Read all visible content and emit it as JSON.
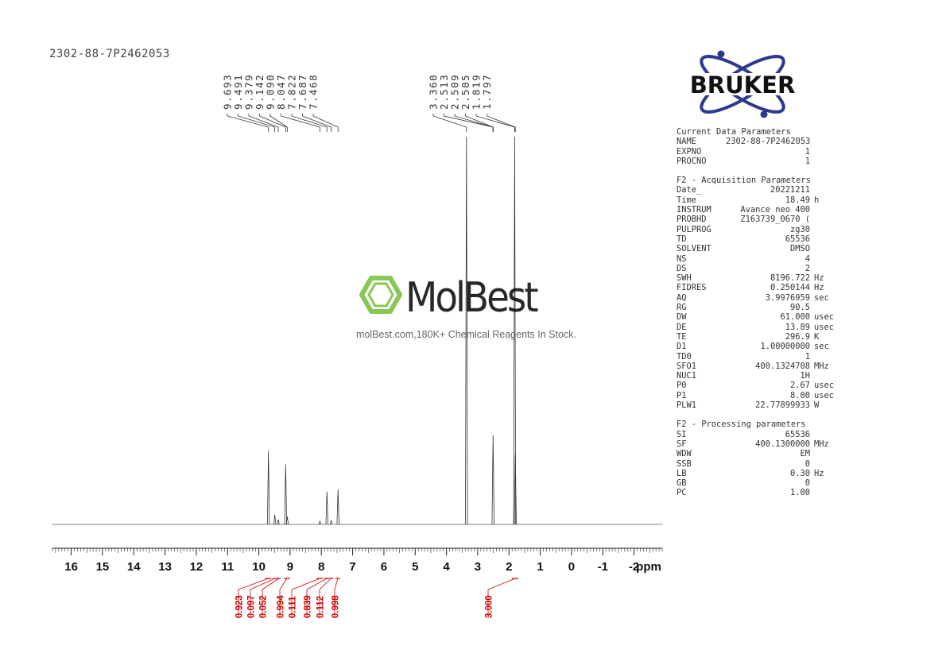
{
  "title": "2302-88-7P2462053",
  "watermark": {
    "brand_text": "MolBest",
    "tagline": "molBest.com,180K+ Chemical Reagents In Stock.",
    "accent_color": "#7cc242"
  },
  "bruker": {
    "logo_text": "BRUKER",
    "logo_color": "#2d3a8c"
  },
  "params": {
    "current": {
      "title": "Current Data Parameters",
      "rows": [
        {
          "k": "NAME",
          "v": "2302-88-7P2462053",
          "u": ""
        },
        {
          "k": "EXPNO",
          "v": "1",
          "u": ""
        },
        {
          "k": "PROCNO",
          "v": "1",
          "u": ""
        }
      ]
    },
    "acq": {
      "title": "F2 - Acquisition Parameters",
      "rows": [
        {
          "k": "Date_",
          "v": "20221211",
          "u": ""
        },
        {
          "k": "Time",
          "v": "18.49",
          "u": "h"
        },
        {
          "k": "INSTRUM",
          "v": "Avance neo 400",
          "u": ""
        },
        {
          "k": "PROBHD",
          "v": "Z163739_0670 (",
          "u": ""
        },
        {
          "k": "PULPROG",
          "v": "zg30",
          "u": ""
        },
        {
          "k": "TD",
          "v": "65536",
          "u": ""
        },
        {
          "k": "SOLVENT",
          "v": "DMSO",
          "u": ""
        },
        {
          "k": "NS",
          "v": "4",
          "u": ""
        },
        {
          "k": "DS",
          "v": "2",
          "u": ""
        },
        {
          "k": "SWH",
          "v": "8196.722",
          "u": "Hz"
        },
        {
          "k": "FIDRES",
          "v": "0.250144",
          "u": "Hz"
        },
        {
          "k": "AQ",
          "v": "3.9976959",
          "u": "sec"
        },
        {
          "k": "RG",
          "v": "90.5",
          "u": ""
        },
        {
          "k": "DW",
          "v": "61.000",
          "u": "usec"
        },
        {
          "k": "DE",
          "v": "13.89",
          "u": "usec"
        },
        {
          "k": "TE",
          "v": "296.9",
          "u": "K"
        },
        {
          "k": "D1",
          "v": "1.00000000",
          "u": "sec"
        },
        {
          "k": "TD0",
          "v": "1",
          "u": ""
        },
        {
          "k": "SFO1",
          "v": "400.1324708",
          "u": "MHz"
        },
        {
          "k": "NUC1",
          "v": "1H",
          "u": ""
        },
        {
          "k": "P0",
          "v": "2.67",
          "u": "usec"
        },
        {
          "k": "P1",
          "v": "8.00",
          "u": "usec"
        },
        {
          "k": "PLW1",
          "v": "22.77899933",
          "u": "W"
        }
      ]
    },
    "proc": {
      "title": "F2 - Processing parameters",
      "rows": [
        {
          "k": "SI",
          "v": "65536",
          "u": ""
        },
        {
          "k": "SF",
          "v": "400.1300000",
          "u": "MHz"
        },
        {
          "k": "WDW",
          "v": "EM",
          "u": ""
        },
        {
          "k": "SSB",
          "v": "0",
          "u": ""
        },
        {
          "k": "LB",
          "v": "0.30",
          "u": "Hz"
        },
        {
          "k": "GB",
          "v": "0",
          "u": ""
        },
        {
          "k": "PC",
          "v": "1.00",
          "u": ""
        }
      ]
    }
  },
  "chart_data": {
    "type": "line",
    "xlabel": "ppm",
    "xlim": [
      16.6,
      -2.9
    ],
    "ylim": [
      0,
      1
    ],
    "tick_labels": [
      "16",
      "15",
      "14",
      "13",
      "12",
      "11",
      "10",
      "9",
      "8",
      "7",
      "6",
      "5",
      "4",
      "3",
      "2",
      "1",
      "0",
      "-1",
      "-2"
    ],
    "peak_label_groups": [
      {
        "labels": [
          "9.693",
          "9.491",
          "9.379",
          "9.142",
          "9.090",
          "8.047",
          "7.822",
          "7.687",
          "7.468"
        ]
      },
      {
        "labels": [
          "3.360",
          "2.513",
          "2.509",
          "2.505",
          "1.819",
          "1.797"
        ]
      }
    ],
    "spectrum_peaks": [
      {
        "ppm": 9.693,
        "height": 0.19
      },
      {
        "ppm": 9.491,
        "height": 0.025
      },
      {
        "ppm": 9.379,
        "height": 0.012
      },
      {
        "ppm": 9.142,
        "height": 0.155
      },
      {
        "ppm": 9.09,
        "height": 0.02
      },
      {
        "ppm": 8.047,
        "height": 0.008
      },
      {
        "ppm": 7.822,
        "height": 0.085
      },
      {
        "ppm": 7.687,
        "height": 0.01
      },
      {
        "ppm": 7.468,
        "height": 0.09
      },
      {
        "ppm": 3.36,
        "height": 1.0
      },
      {
        "ppm": 2.509,
        "height": 0.23
      },
      {
        "ppm": 1.819,
        "height": 1.0
      },
      {
        "ppm": 1.797,
        "height": 0.18
      }
    ],
    "integrals": [
      {
        "value": "0.923",
        "from": 9.8,
        "to": 9.6
      },
      {
        "value": "0.097",
        "from": 9.55,
        "to": 9.42
      },
      {
        "value": "0.052",
        "from": 9.42,
        "to": 9.3
      },
      {
        "value": "0.994",
        "from": 9.2,
        "to": 9.0
      },
      {
        "value": "0.111",
        "from": 8.15,
        "to": 7.95
      },
      {
        "value": "0.839",
        "from": 7.9,
        "to": 7.75
      },
      {
        "value": "0.112",
        "from": 7.75,
        "to": 7.62
      },
      {
        "value": "0.998",
        "from": 7.55,
        "to": 7.4
      },
      {
        "value": "3.000",
        "from": 1.9,
        "to": 1.7
      }
    ],
    "integral_color": "#cc0000"
  }
}
